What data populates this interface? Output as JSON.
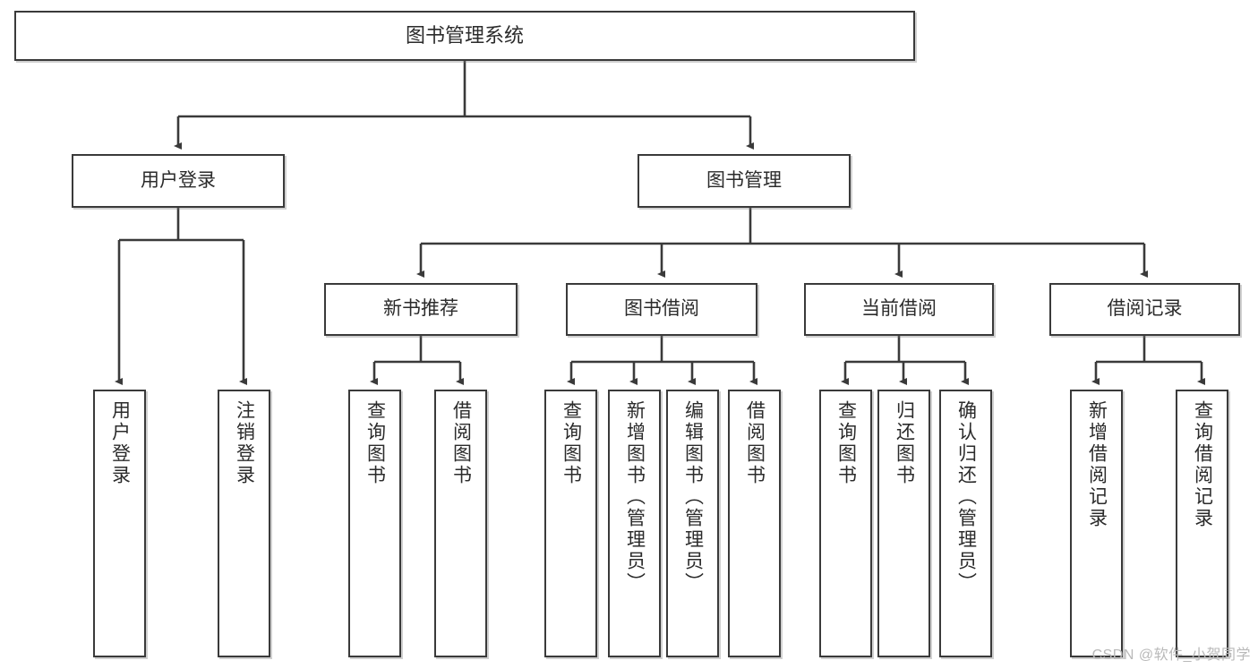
{
  "diagram": {
    "type": "tree",
    "title": "图书管理系统",
    "orientation": "top-down",
    "colors": {
      "box_border": "#3a3a3a",
      "box_fill": "#ffffff",
      "connector": "#3a3a3a",
      "text": "#2b2b2b",
      "watermark": "#b9b9b9"
    },
    "root": {
      "label": "图书管理系统"
    },
    "level2": [
      {
        "id": "login",
        "label": "用户登录"
      },
      {
        "id": "bookmgmt",
        "label": "图书管理"
      }
    ],
    "level3": [
      {
        "id": "newbook",
        "label": "新书推荐",
        "parent": "bookmgmt"
      },
      {
        "id": "borrow",
        "label": "图书借阅",
        "parent": "bookmgmt"
      },
      {
        "id": "current",
        "label": "当前借阅",
        "parent": "bookmgmt"
      },
      {
        "id": "record",
        "label": "借阅记录",
        "parent": "bookmgmt"
      }
    ],
    "leaves": [
      {
        "id": "leaf-user-login",
        "label": "用户登录",
        "parent": "login"
      },
      {
        "id": "leaf-user-logout",
        "label": "注销登录",
        "parent": "login"
      },
      {
        "id": "leaf-nb-query",
        "label": "查询图书",
        "parent": "newbook"
      },
      {
        "id": "leaf-nb-borrow",
        "label": "借阅图书",
        "parent": "newbook"
      },
      {
        "id": "leaf-bw-query",
        "label": "查询图书",
        "parent": "borrow"
      },
      {
        "id": "leaf-bw-add",
        "label": "新增图书（管理员）",
        "parent": "borrow"
      },
      {
        "id": "leaf-bw-edit",
        "label": "编辑图书（管理员）",
        "parent": "borrow"
      },
      {
        "id": "leaf-bw-borrow",
        "label": "借阅图书",
        "parent": "borrow"
      },
      {
        "id": "leaf-cb-query",
        "label": "查询图书",
        "parent": "current"
      },
      {
        "id": "leaf-cb-return",
        "label": "归还图书",
        "parent": "current"
      },
      {
        "id": "leaf-cb-confirm",
        "label": "确认归还（管理员）",
        "parent": "current"
      },
      {
        "id": "leaf-rec-add",
        "label": "新增借阅记录",
        "parent": "record"
      },
      {
        "id": "leaf-rec-query",
        "label": "查询借阅记录",
        "parent": "record"
      }
    ]
  },
  "watermark": {
    "text": "CSDN @软件_小贺同学"
  }
}
